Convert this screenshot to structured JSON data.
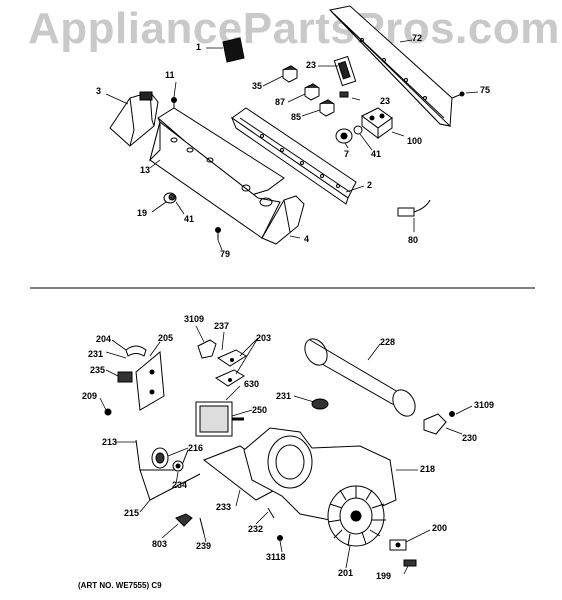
{
  "watermark": "AppliancePartsPros.com",
  "art_number": "(ART NO. WE7555)  C9",
  "callouts": {
    "c1": "1",
    "c72": "72",
    "c3": "3",
    "c11": "11",
    "c35": "35",
    "c23a": "23",
    "c87": "87",
    "c85": "85",
    "c23b": "23",
    "c75": "75",
    "c13": "13",
    "c7": "7",
    "c41a": "41",
    "c100": "100",
    "c2": "2",
    "c19": "19",
    "c41b": "41",
    "c4": "4",
    "c79": "79",
    "c80": "80",
    "c3109a": "3109",
    "c237": "237",
    "c203": "203",
    "c204": "204",
    "c205": "205",
    "c231a": "231",
    "c228": "228",
    "c235": "235",
    "c630": "630",
    "c231b": "231",
    "c209": "209",
    "c250": "250",
    "c3109b": "3109",
    "c230": "230",
    "c213": "213",
    "c216": "216",
    "c218": "218",
    "c234": "234",
    "c215": "215",
    "c233": "233",
    "c200": "200",
    "c232": "232",
    "c803": "803",
    "c239": "239",
    "c3118": "3118",
    "c201": "201",
    "c199": "199"
  }
}
